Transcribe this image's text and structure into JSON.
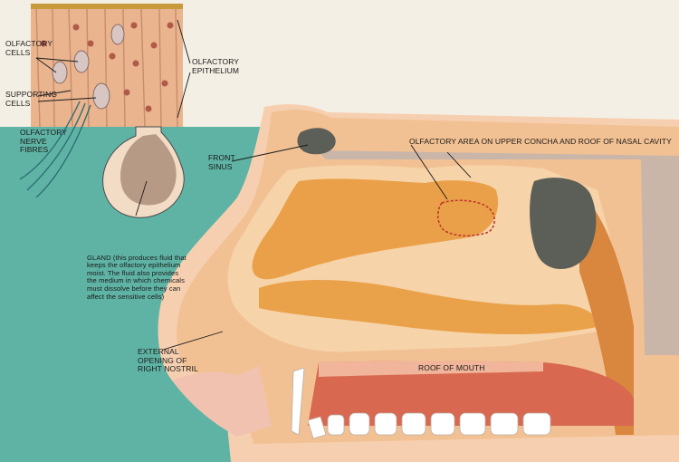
{
  "labels": {
    "olfactory_cells": "OLFACTORY\nCELLS",
    "supporting_cells": "SUPPORTING\nCELLS",
    "olfactory_nerve_fibres": "OLFACTORY\nNERVE\nFIBRES",
    "olfactory_epithelium": "OLFACTORY\nEPITHELIUM",
    "front_sinus": "FRONT\nSINUS",
    "olfactory_area": "OLFACTORY AREA ON UPPER CONCHA AND ROOF OF NASAL CAVITY",
    "gland_title": "GLAND",
    "gland_text": " (this produces fluid that keeps the olfactory epithelium moist. The fluid also provides the medium in which chemicals must dissolve before they can affect the sensitive cells)",
    "external_opening": "EXTERNAL\nOPENING OF\nRIGHT NOSTRIL",
    "roof_of_mouth": "ROOF OF MOUTH"
  },
  "colors": {
    "background": "#f4efe4",
    "teal": "#5fb3a4",
    "flesh": "#f2c193",
    "orange": "#e9a24a",
    "mouth": "#d86850",
    "sinus": "#5c5f57",
    "olfactory_area_outline": "#c0392b"
  }
}
